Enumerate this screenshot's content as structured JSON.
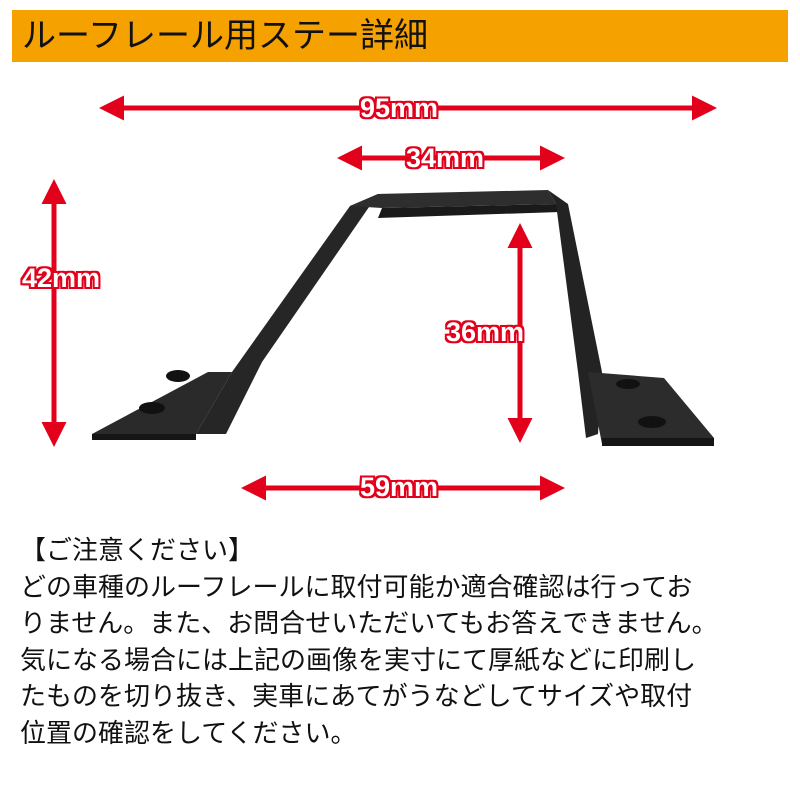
{
  "header": {
    "title": "ルーフレール用ステー詳細"
  },
  "dimensions": {
    "overall_width": "95mm",
    "top_width": "34mm",
    "overall_height": "42mm",
    "inner_height": "36mm",
    "inner_width": "59mm"
  },
  "colors": {
    "header_bg": "#f5a100",
    "arrow": "#e2001a",
    "bracket": "#222222"
  },
  "notice": {
    "heading": "【ご注意ください】",
    "lines": [
      "どの車種のルーフレールに取付可能か適合確認は行ってお",
      "りません。また、お問合せいただいてもお答えできません。",
      "気になる場合には上記の画像を実寸にて厚紙などに印刷し",
      "たものを切り抜き、実車にあてがうなどしてサイズや取付",
      "位置の確認をしてください。"
    ]
  }
}
